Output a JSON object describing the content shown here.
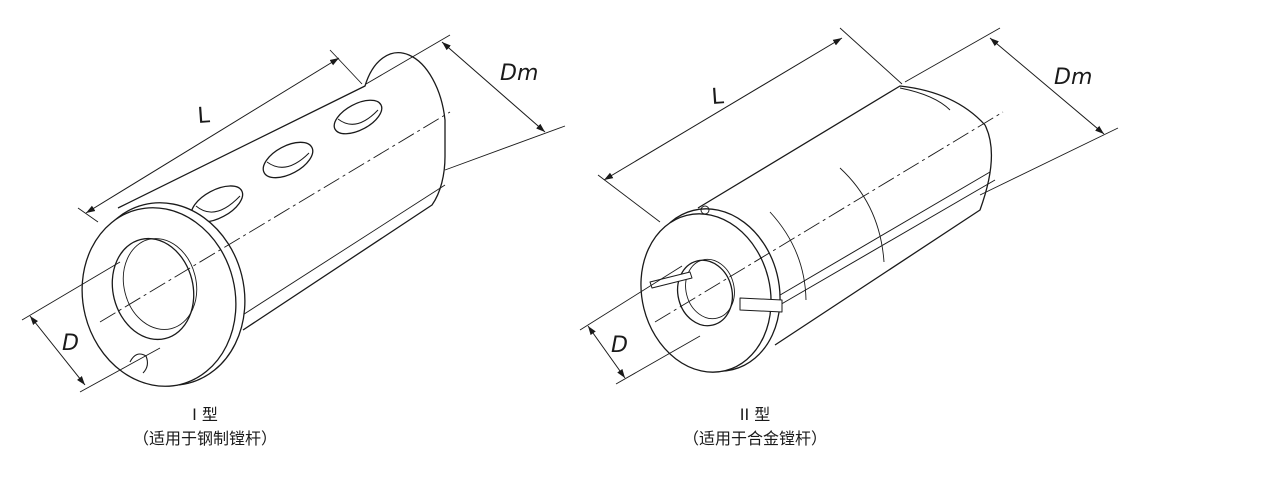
{
  "figure1": {
    "dim_length": "L",
    "dim_outer_diameter": "Dm",
    "dim_bore_diameter": "D",
    "caption_type": "I 型",
    "caption_usage": "（适用于钢制镗杆）"
  },
  "figure2": {
    "dim_length": "L",
    "dim_outer_diameter": "Dm",
    "dim_bore_diameter": "D",
    "caption_type": "II 型",
    "caption_usage": "（适用于合金镗杆）"
  }
}
